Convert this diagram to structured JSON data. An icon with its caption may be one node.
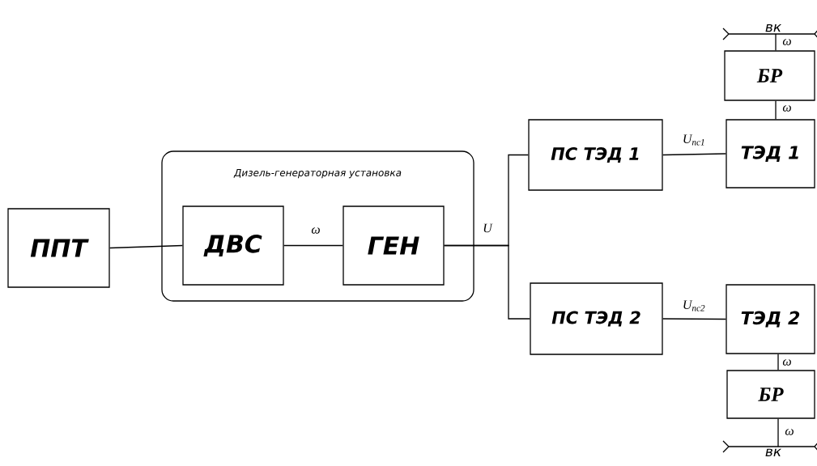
{
  "diagram": {
    "nodes": [
      {
        "text": [
          "ППТ"
        ]
      },
      {
        "text": [
          "Дизель-генераторная установка"
        ]
      },
      {
        "text": [
          "ДВС"
        ],
        "in": 1
      },
      {
        "text": [
          "ГЕН"
        ],
        "in": 1
      },
      {
        "text": [
          "ПС ТЭД 1"
        ]
      },
      {
        "text": [
          "ПС ТЭД 2"
        ]
      },
      {
        "text": [
          "ТЭД 1"
        ]
      },
      {
        "text": [
          "ТЭД 2"
        ]
      },
      {
        "text": [
          "БР"
        ]
      },
      {
        "text": [
          "БР"
        ]
      },
      {
        "text": [
          "вк"
        ]
      },
      {
        "text": [
          "вк"
        ]
      }
    ],
    "edges": [
      {
        "from": 0,
        "to": 2,
        "arrow": "none"
      },
      {
        "from": 2,
        "to": 3,
        "arrow": "none",
        "label": "ω"
      },
      {
        "from": 3,
        "to": 4,
        "arrow": "none",
        "label": "U"
      },
      {
        "from": 3,
        "to": 5,
        "arrow": "none"
      },
      {
        "from": 4,
        "to": 6,
        "arrow": "none",
        "label": "*U*$_{пс1}$"
      },
      {
        "from": 5,
        "to": 7,
        "arrow": "none",
        "label": "*U*$_{пс2}$"
      },
      {
        "from": 10,
        "to": 8,
        "arrow": "none",
        "label": "ω"
      },
      {
        "from": 8,
        "to": 6,
        "arrow": "none",
        "label": "ω"
      },
      {
        "from": 7,
        "to": 9,
        "arrow": "none",
        "label": "ω"
      },
      {
        "from": 9,
        "to": 11,
        "arrow": "none",
        "label": "ω"
      }
    ]
  }
}
